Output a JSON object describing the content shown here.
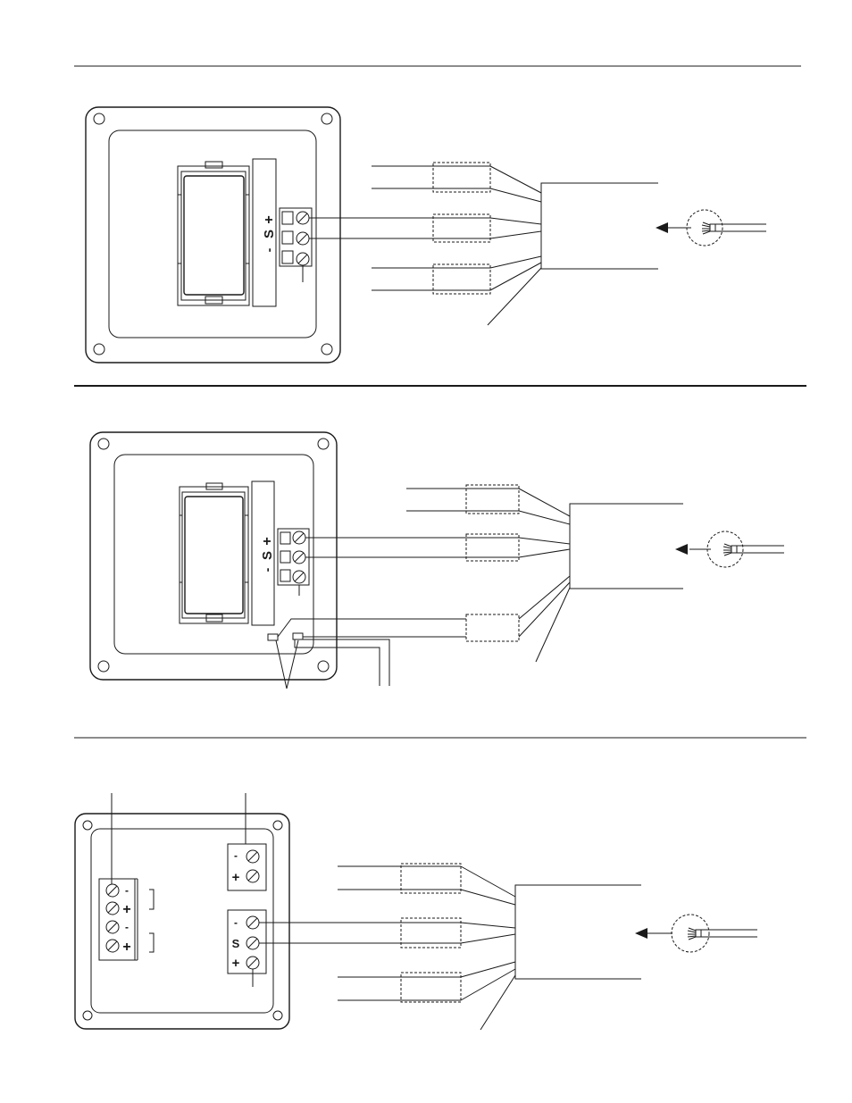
{
  "panel_a": {
    "terminal_labels": [
      "-",
      "S",
      "+"
    ]
  },
  "panel_b": {
    "terminal_labels": [
      "-",
      "S",
      "+"
    ]
  },
  "panel_c": {
    "upper_terminal_labels": [
      "-",
      "+"
    ],
    "lower_terminal_labels": [
      "-",
      "S",
      "+"
    ],
    "left_terminal_labels": [
      "-",
      "+",
      "-",
      "+"
    ]
  },
  "colors": {
    "ink": "#1a1a1a",
    "background": "#ffffff"
  }
}
